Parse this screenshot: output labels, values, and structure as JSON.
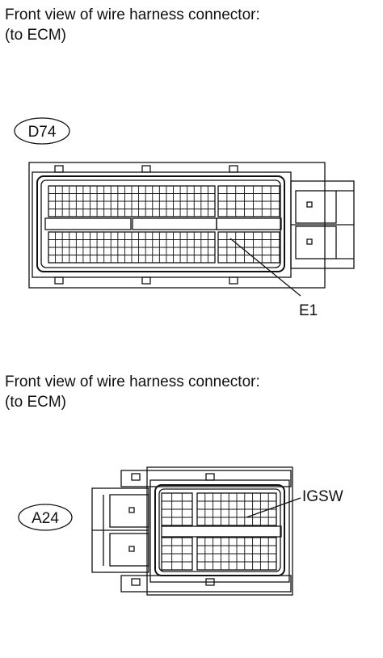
{
  "section1": {
    "caption_line1": "Front view of wire harness connector:",
    "caption_line2": "(to ECM)",
    "connector_id": "D74",
    "pin_label": "E1"
  },
  "section2": {
    "caption_line1": "Front view of wire harness connector:",
    "caption_line2": "(to ECM)",
    "connector_id": "A24",
    "pin_label": "IGSW"
  },
  "colors": {
    "line": "#111111",
    "background": "#ffffff"
  }
}
